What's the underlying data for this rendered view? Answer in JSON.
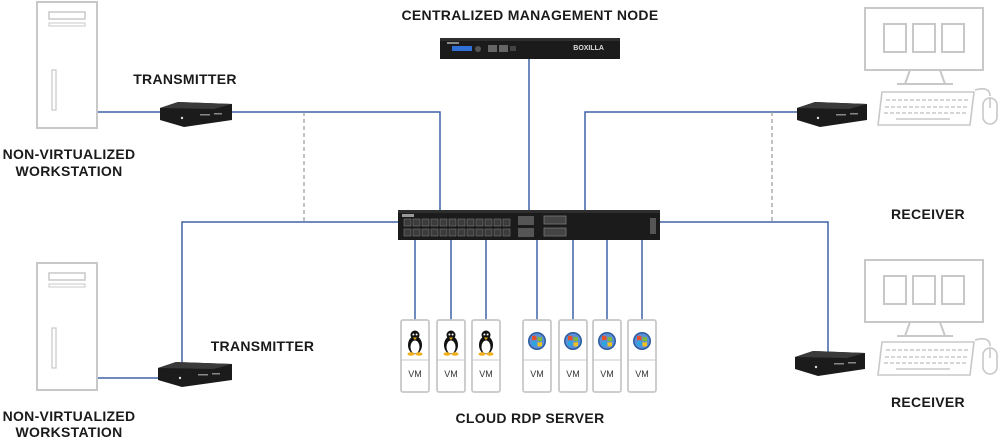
{
  "labels": {
    "management_node": "CENTRALIZED MANAGEMENT NODE",
    "transmitter_top": "TRANSMITTER",
    "transmitter_bottom": "TRANSMITTER",
    "workstation_top_line1": "NON-VIRTUALIZED",
    "workstation_top_line2": "WORKSTATION",
    "workstation_bottom_line1": "NON-VIRTUALIZED",
    "workstation_bottom_line2": "WORKSTATION",
    "receiver_top": "RECEIVER",
    "receiver_bottom": "RECEIVER",
    "cloud_server": "CLOUD RDP SERVER"
  },
  "management_node_brand": "BOXILLA",
  "vms": [
    {
      "label": "VM",
      "os": "linux"
    },
    {
      "label": "VM",
      "os": "linux"
    },
    {
      "label": "VM",
      "os": "linux"
    },
    {
      "label": "VM",
      "os": "windows"
    },
    {
      "label": "VM",
      "os": "windows"
    },
    {
      "label": "VM",
      "os": "windows"
    },
    {
      "label": "VM",
      "os": "windows"
    }
  ],
  "colors": {
    "link": "#3f63a6",
    "dashed": "#9a9a9a",
    "device": "#1b1b1b",
    "outline": "#c8c8c8"
  }
}
